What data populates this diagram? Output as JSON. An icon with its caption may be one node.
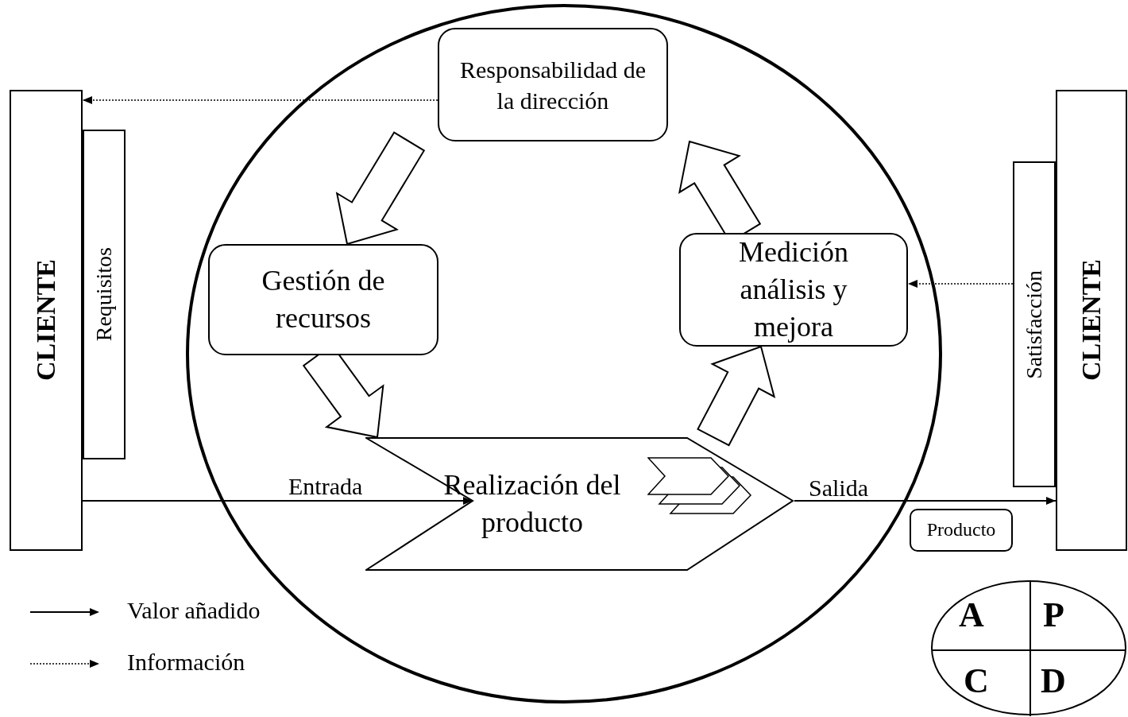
{
  "diagram": {
    "nodes": [
      {
        "text": [
          "CLIENTE"
        ]
      },
      {
        "text": [
          "Requisitos"
        ]
      },
      {
        "text": [
          "Responsabilidad de la dirección"
        ]
      },
      {
        "text": [
          "Gestión de recursos"
        ]
      },
      {
        "text": [
          "Medición análisis y mejora"
        ]
      },
      {
        "text": [
          "Realización del producto"
        ]
      },
      {
        "text": [
          "Producto"
        ]
      },
      {
        "text": [
          "Satisfacción"
        ]
      },
      {
        "text": [
          "CLIENTE"
        ]
      }
    ],
    "edges": [
      {
        "from": 2,
        "to": 0,
        "arrow": "to",
        "style": "dashed"
      },
      {
        "from": 2,
        "to": 3,
        "arrow": "to",
        "style": "thick"
      },
      {
        "from": 3,
        "to": 5,
        "arrow": "to",
        "style": "thick"
      },
      {
        "from": 5,
        "to": 4,
        "arrow": "to",
        "style": "thick"
      },
      {
        "from": 4,
        "to": 2,
        "arrow": "to",
        "style": "thick"
      },
      {
        "from": 0,
        "to": 5,
        "arrow": "to",
        "label": "Entrada"
      },
      {
        "from": 5,
        "to": 8,
        "arrow": "to",
        "label": "Salida"
      },
      {
        "from": 7,
        "to": 4,
        "arrow": "to",
        "style": "dashed"
      }
    ],
    "labels": [
      "A",
      "P",
      "C",
      "D"
    ],
    "legend": [
      {
        "text": "Valor añadido"
      },
      {
        "text": "Información"
      }
    ]
  }
}
